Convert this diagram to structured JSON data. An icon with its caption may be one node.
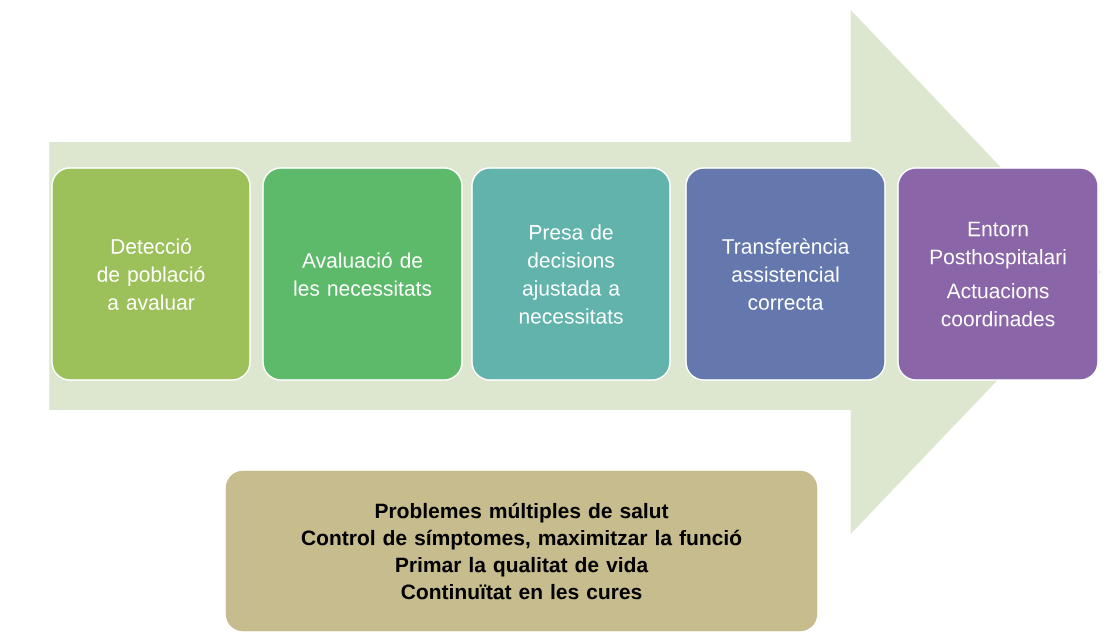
{
  "diagram": {
    "nodes": [
      {
        "text": [
          "Detecció de població a avaluar"
        ]
      },
      {
        "text": [
          "Avaluació de les necessitats"
        ]
      },
      {
        "text": [
          "Presa de decisions ajustada a necessitats"
        ]
      },
      {
        "text": [
          "Transferència assistencial correcta"
        ]
      },
      {
        "text": [
          "Entorn Posthospitalari",
          "Actuacions coordinades"
        ]
      },
      {
        "text": [
          "Problemes múltiples de salut",
          "Control de símptomes, maximitzar la funció",
          "Primar la qualitat de vida",
          "Continuïtat en les cures"
        ]
      }
    ],
    "edges": [
      {
        "from": 0,
        "to": 4,
        "arrow": "to"
      }
    ]
  }
}
